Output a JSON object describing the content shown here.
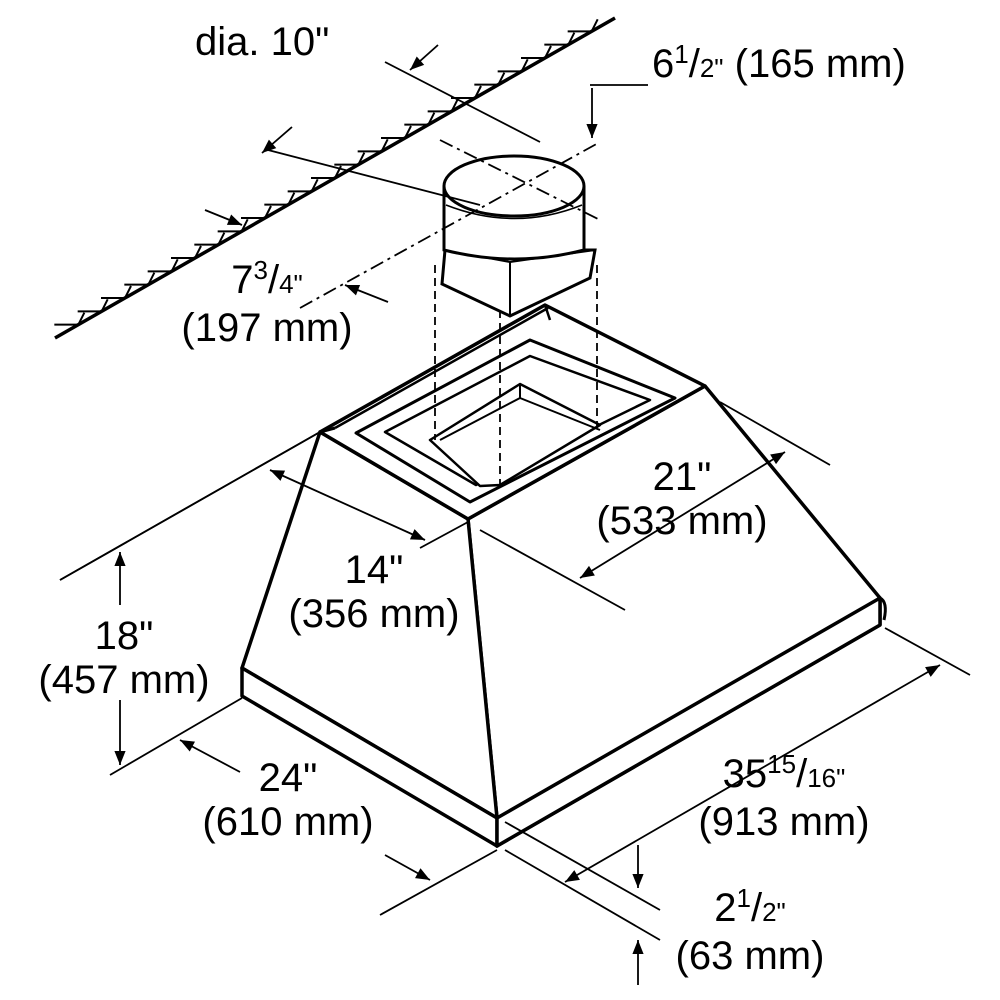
{
  "diagram": {
    "colors": {
      "ink": "#000000",
      "background": "#ffffff"
    },
    "labels": {
      "duct_diameter": "dia. 10\"",
      "offset_front": {
        "whole": "6",
        "num": "1",
        "den": "2\"",
        "metric": "(165 mm)"
      },
      "offset_wall": {
        "whole": "7",
        "num": "3",
        "den": "4\"",
        "metric": "(197 mm)"
      },
      "top_width": {
        "imperial": "21\"",
        "metric": "(533 mm)"
      },
      "top_depth": {
        "imperial": "14\"",
        "metric": "(356 mm)"
      },
      "height": {
        "imperial": "18\"",
        "metric": "(457 mm)"
      },
      "depth": {
        "imperial": "24\"",
        "metric": "(610 mm)"
      },
      "width": {
        "whole": "35",
        "num": "15",
        "den": "16\"",
        "metric": "(913 mm)"
      },
      "rim_height": {
        "whole": "2",
        "num": "1",
        "den": "2\"",
        "metric": "(63 mm)"
      }
    }
  }
}
